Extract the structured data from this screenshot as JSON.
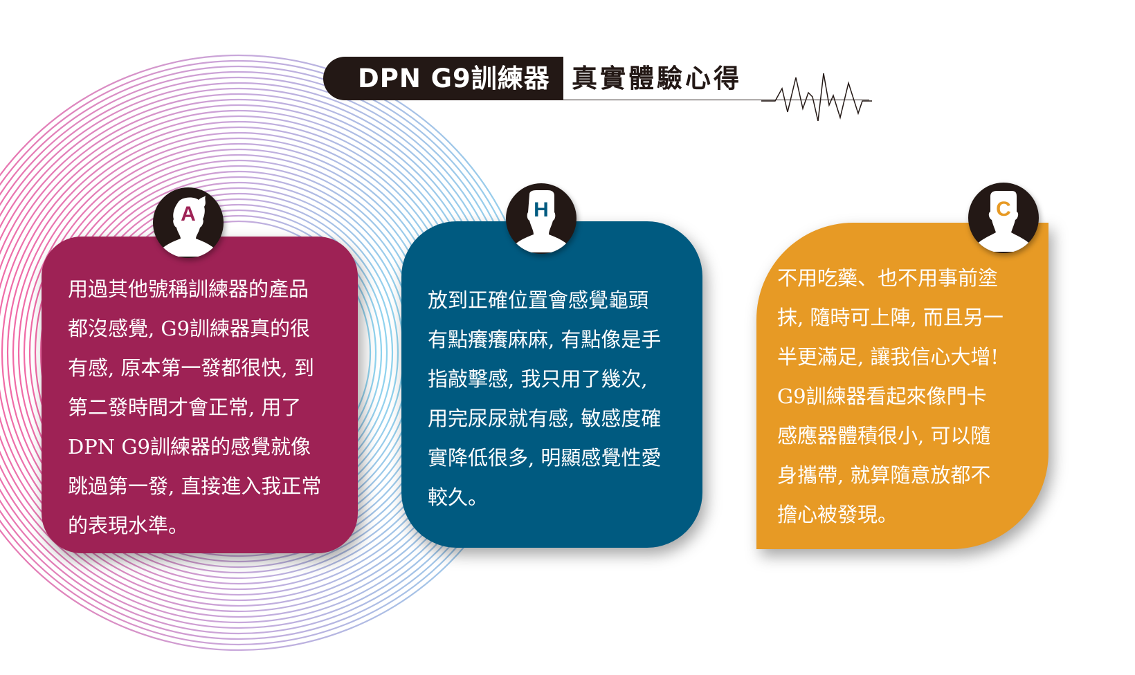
{
  "header": {
    "title_dark": "DPN G9訓練器",
    "title_light": "真實體驗心得",
    "wave_icon": "heartbeat-wave-icon"
  },
  "colors": {
    "header_dark": "#231815",
    "card_a": "#9e2255",
    "card_h": "#005a80",
    "card_c": "#e79a25",
    "rings_gradient": [
      "#f06aa6",
      "#c8a8db",
      "#8fd3ee"
    ]
  },
  "testimonials": [
    {
      "initial": "A",
      "avatar_icon": "user-silhouette-icon",
      "lines": [
        "用過其他號稱訓練器的產品",
        "都沒感覺, G9訓練器真的很",
        "有感, 原本第一發都很快, 到",
        "第二發時間才會正常, 用了",
        "DPN G9訓練器的感覺就像",
        "跳過第一發, 直接進入我正常",
        "的表現水準。"
      ]
    },
    {
      "initial": "H",
      "avatar_icon": "user-silhouette-icon",
      "lines": [
        "放到正確位置會感覺龜頭",
        "有點癢癢麻麻, 有點像是手",
        "指敲擊感, 我只用了幾次,",
        "用完尿尿就有感, 敏感度確",
        "實降低很多, 明顯感覺性愛",
        "較久。"
      ]
    },
    {
      "initial": "C",
      "avatar_icon": "user-silhouette-icon",
      "lines": [
        "不用吃藥、也不用事前塗",
        "抹, 隨時可上陣, 而且另一",
        "半更滿足, 讓我信心大增!",
        "G9訓練器看起來像門卡",
        "感應器體積很小, 可以隨",
        "身攜帶, 就算隨意放都不",
        "擔心被發現。"
      ]
    }
  ]
}
